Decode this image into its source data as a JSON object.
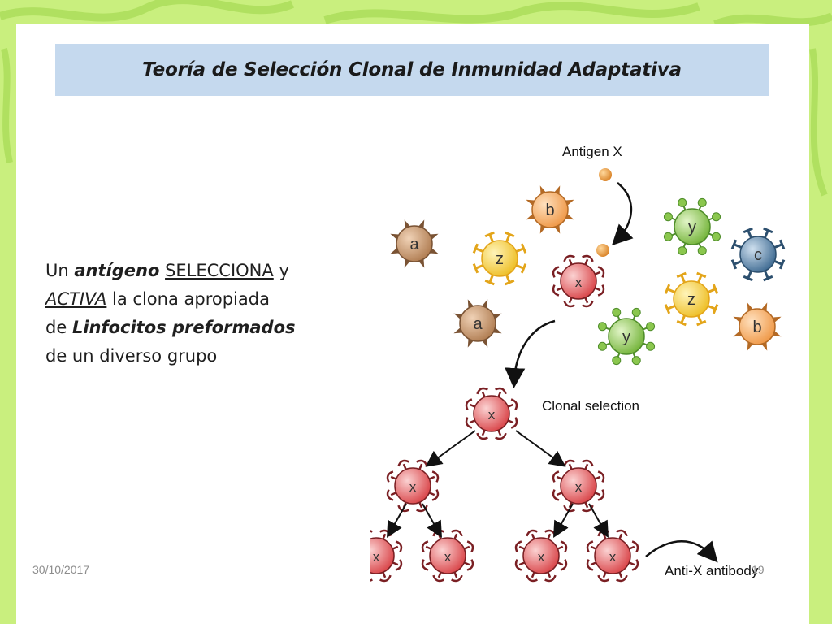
{
  "title": "Teoría de Selección Clonal de Inmunidad Adaptativa",
  "body": {
    "t1": "Un ",
    "t2": "antígeno",
    "t3": " ",
    "t4": "SELECCIONA",
    "t5": " y",
    "t6": "ACTIVA",
    "t7": " la clona apropiada",
    "t8": "de ",
    "t9": "Linfocitos  preformados",
    "t10": "de un diverso grupo"
  },
  "diagram": {
    "antigen_label": "Antigen X",
    "clonal_label": "Clonal selection",
    "antibody_label": "Anti-X antibody",
    "cells": {
      "a1": "a",
      "b1": "b",
      "z1": "z",
      "x0": "x",
      "y1": "y",
      "c1": "c",
      "a2": "a",
      "z2": "z",
      "y2": "y",
      "b2": "b",
      "x1": "x",
      "x2": "x",
      "x3": "x",
      "x4": "x",
      "x5": "x",
      "x6": "x",
      "x7": "x"
    },
    "colors": {
      "a": "#c98e5e",
      "b": "#f4a85a",
      "z": "#f6cf3c",
      "y": "#8bc74e",
      "c": "#4f7aa0",
      "x": "#e6575c",
      "antigen": "#e49a3d"
    }
  },
  "footer": {
    "date": "30/10/2017",
    "page": "19"
  }
}
